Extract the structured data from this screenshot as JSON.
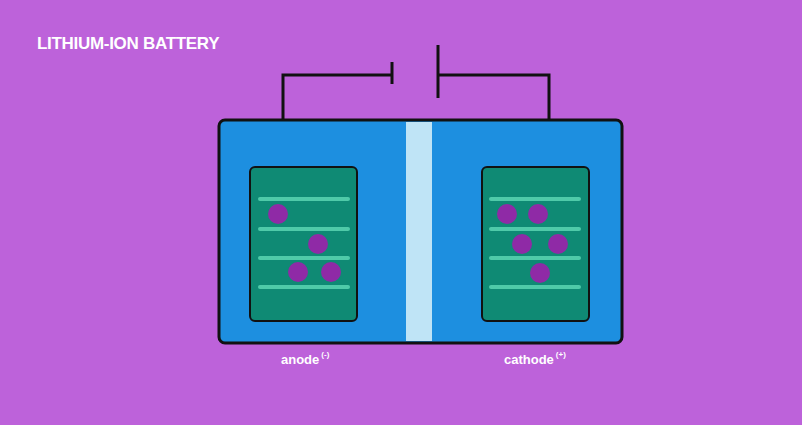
{
  "diagram": {
    "title": "LITHIUM-ION BATTERY",
    "labels": [
      "anode",
      "(-)",
      "cathode",
      "(+)"
    ]
  }
}
